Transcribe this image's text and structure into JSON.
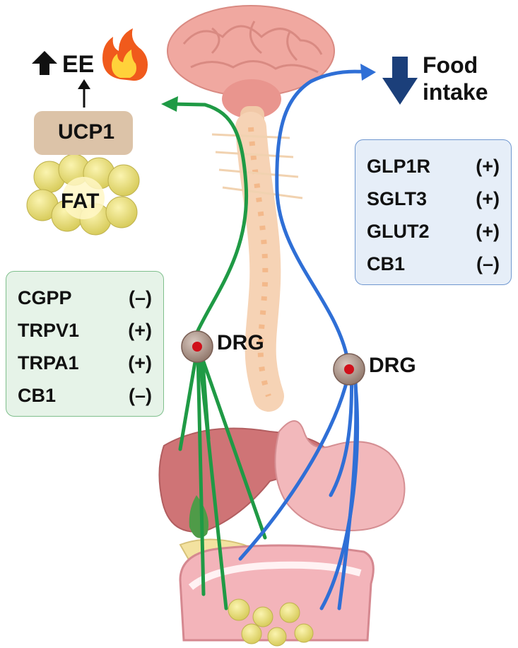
{
  "labels": {
    "ee": "EE",
    "ucp1": "UCP1",
    "fat": "FAT",
    "food_intake_line1": "Food",
    "food_intake_line2": "intake",
    "drg_left": "DRG",
    "drg_right": "DRG"
  },
  "left_box": {
    "rows": [
      {
        "name": "CGPP",
        "sign": "(–)"
      },
      {
        "name": "TRPV1",
        "sign": "(+)"
      },
      {
        "name": "TRPA1",
        "sign": "(+)"
      },
      {
        "name": "CB1",
        "sign": "(–)"
      }
    ]
  },
  "right_box": {
    "rows": [
      {
        "name": "GLP1R",
        "sign": "(+)"
      },
      {
        "name": "SGLT3",
        "sign": "(+)"
      },
      {
        "name": "GLUT2",
        "sign": "(+)"
      },
      {
        "name": "CB1",
        "sign": "(–)"
      }
    ]
  },
  "colors": {
    "green_nerve": "#1f9a45",
    "blue_nerve": "#2f6fd6",
    "arrow_dark_blue": "#1b3f7a",
    "green_box_bg": "#e6f3e8",
    "blue_box_bg": "#e6eef8"
  },
  "icons": [
    "up-arrow-icon",
    "flame-icon",
    "down-arrow-icon",
    "brain-icon",
    "spine-icon",
    "liver-icon",
    "stomach-icon",
    "intestine-icon",
    "fat-cells-icon"
  ]
}
